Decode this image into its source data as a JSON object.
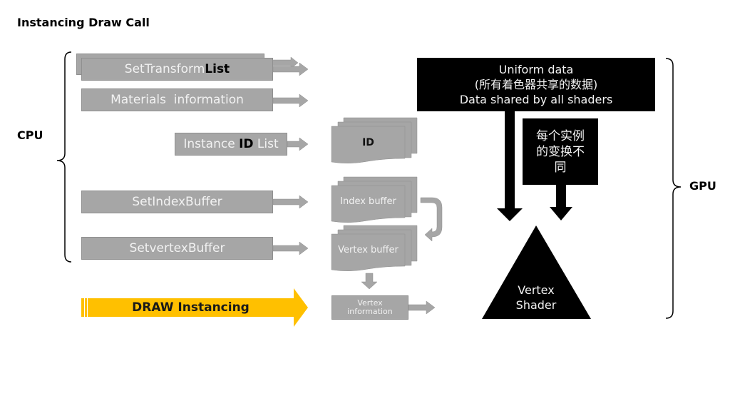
{
  "title": "Instancing Draw Call",
  "cpu_label": "CPU",
  "gpu_label": "GPU",
  "cpu_boxes": {
    "set_transform": {
      "normal": "SetTransform",
      "bold": "List"
    },
    "materials": "Materials  information",
    "instance_id": {
      "before": "Instance ",
      "bold": "ID",
      "after": " List"
    },
    "set_index_buffer": "SetIndexBuffer",
    "set_vertex_buffer": "SetvertexBuffer"
  },
  "draw_arrow": {
    "label": "DRAW Instancing",
    "color": "#ffc000"
  },
  "buffers": {
    "id": "ID",
    "index": "Index buffer",
    "vertex": "Vertex buffer",
    "vertex_info": [
      "Vertex",
      "information"
    ]
  },
  "gpu": {
    "uniform": [
      "Uniform data",
      "(所有着色器共享的数据)",
      "Data shared by all shaders"
    ],
    "per_instance": [
      "每个实例",
      "的变换不",
      "同"
    ],
    "vertex_shader": [
      "Vertex",
      "Shader"
    ]
  },
  "colors": {
    "gray_box": "#a6a6a6",
    "gpu_box": "#000000",
    "draw_arrow": "#ffc000"
  }
}
